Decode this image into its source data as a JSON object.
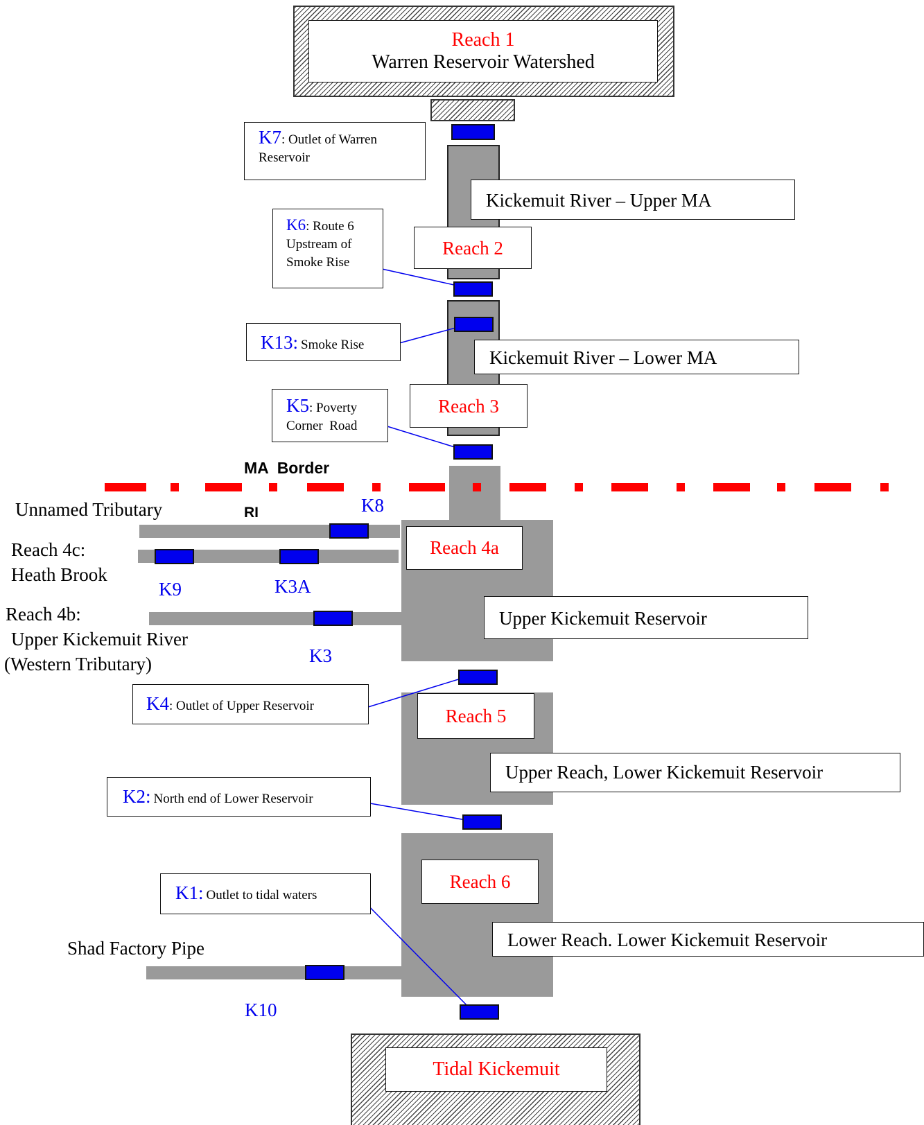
{
  "colors": {
    "reach_label": "#ff0000",
    "station_label": "#0000ee",
    "station_marker": "#0000ee",
    "river": "#9a9a9a",
    "border_line": "#ff0000"
  },
  "top_box": {
    "reach": "Reach 1",
    "name": "Warren Reservoir Watershed"
  },
  "bottom_box": {
    "name": "Tidal Kickemuit"
  },
  "reaches": {
    "reach2": "Reach 2",
    "reach3": "Reach 3",
    "reach4a": "Reach 4a",
    "reach5": "Reach 5",
    "reach6": "Reach 6"
  },
  "segments": {
    "upper_ma": "Kickemuit River – Upper MA",
    "lower_ma": "Kickemuit River – Lower MA",
    "upper_res": "Upper Kickemuit Reservoir",
    "upper_reach_lower_res": "Upper Reach, Lower Kickemuit Reservoir",
    "lower_reach_lower_res": "Lower Reach. Lower Kickemuit Reservoir"
  },
  "border": {
    "ma_label": "MA  Border",
    "ri_label": "RI"
  },
  "tributaries": {
    "unnamed": "Unnamed Tributary",
    "heath_line1": "Reach 4c:",
    "heath_line2": "Heath Brook",
    "western_line1": "Reach 4b:",
    "western_line2": "Upper Kickemuit River",
    "western_line3": "(Western Tributary)",
    "shad": "Shad Factory Pipe"
  },
  "stations": {
    "k7": {
      "id": "K7",
      "sep": ": ",
      "desc_line1": "Outlet of Warren",
      "desc_line2": "Reservoir"
    },
    "k6": {
      "id": "K6",
      "sep": ": ",
      "desc_line1": "Route 6",
      "desc_line2": "Upstream of",
      "desc_line3": "Smoke Rise"
    },
    "k13": {
      "id": "K13:",
      "desc": "Smoke Rise"
    },
    "k5": {
      "id": "K5",
      "sep": ": ",
      "desc_line1": "Poverty",
      "desc_line2": "Corner  Road"
    },
    "k4": {
      "id": "K4",
      "sep": ": ",
      "desc": "Outlet of Upper Reservoir"
    },
    "k2": {
      "id": "K2:",
      "desc": "North end of Lower Reservoir"
    },
    "k1": {
      "id": "K1:",
      "desc": "Outlet to tidal waters"
    },
    "k8": "K8",
    "k9": "K9",
    "k3a": "K3A",
    "k3": "K3",
    "k10": "K10"
  }
}
